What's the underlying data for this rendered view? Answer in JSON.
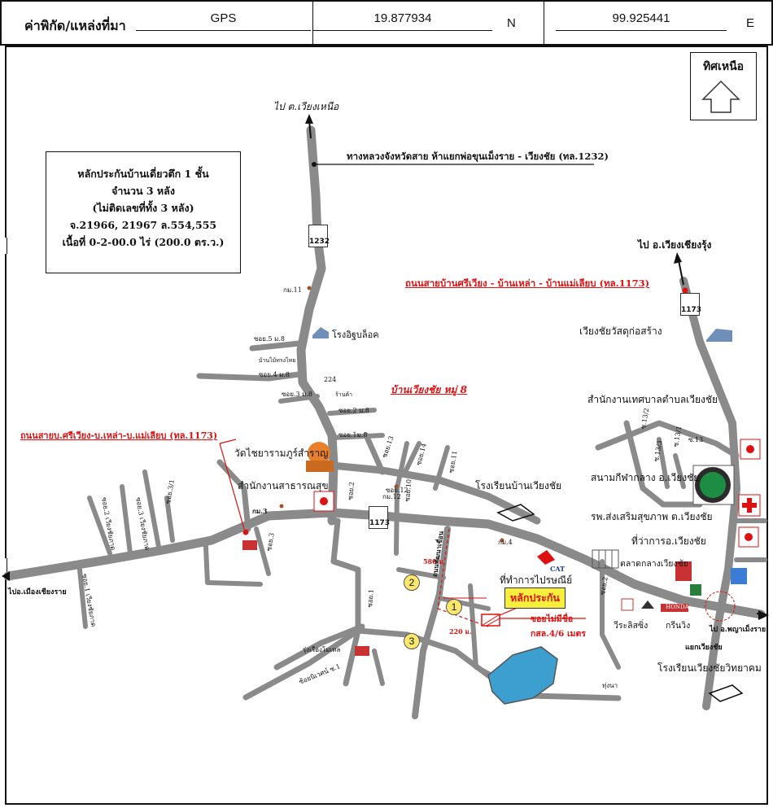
{
  "header": {
    "label": "ค่าพิกัด/แหล่งที่มา",
    "source": "GPS",
    "latitude": "19.877934",
    "lat_dir": "N",
    "longitude": "99.925441",
    "lon_dir": "E"
  },
  "info_box": {
    "line1": "หลักประกันบ้านเดี่ยวตึก 1 ชั้น",
    "line2": "จำนวน 3 หลัง",
    "line3": "(ไม่ติดเลขที่ทั้ง 3 หลัง)",
    "line4": "จ.21966, 21967    ล.554,555",
    "line5": "เนื้อที่ 0-2-00.0 ไร่  (200.0 ตร.ว.)"
  },
  "north": {
    "label": "ทิศเหนือ"
  },
  "labels": {
    "to_north_village": "ไป ต.เวียงเหนือ",
    "highway_1232": "ทางหลวงจังหวัดสาย ห้าแยกพ่อขุนเม็งราย - เวียงชัย (ทล.1232)",
    "to_wiang_chiang_rung": "ไป อ.เวียงเชียงรุ้ง",
    "road_1173_right": "ถนนสายบ้านศรีเวียง - บ้านเหล่า - บ้านแม่เลียบ (ทล.1173)",
    "road_1173_left": "ถนนสายบ.ศรีเวียง-บ.เหล่า-บ.แม่เลียบ (ทล.1173)",
    "km11": "กม.11",
    "block_factory": "โรงอิฐบล็อค",
    "soi5": "ซอย.5 ม.8",
    "thai_wood": "บ้านไม้ทรงไทย",
    "soi4": "ซอย.4 ม.8",
    "n224": "224",
    "soi3": "ซอย.3 ม.8",
    "shop": "ร้านค้า",
    "soi2": "ซอย.2 ม.8",
    "soi1": "ซอย.1ม.8",
    "village8": "บ้านเวียงชัย หมู่ 8",
    "material_shop": "เวียงชัยวัสดุก่อสร้าง",
    "municipal_office": "สำนักงานเทศบาลตำบลเวียงชัย",
    "stadium": "สนามกีฬากลาง อ.เวียงชัย",
    "health_hospital": "รพ.ส่งเสริมสุขภาพ ต.เวียงชัย",
    "district_office": "ที่ว่าการอ.เวียงชัย",
    "market": "ตลาดกลางเวียงชัย",
    "wat": "วัดไชยารามภูร์สำราญ",
    "health_office": "สำนักงานสาธารณสุข",
    "school_village": "โรงเรียนบ้านเวียงชัย",
    "km12": "กม.12",
    "km3": "กม.3",
    "km4": "กม.4",
    "to_mueang": "ไปอ.เมืองเชียงราย",
    "to_phaya": "ไป อ.พญาเม็งราย",
    "intersection": "แยกเวียงชัย",
    "school_wiang": "โรงเรียนเวียงชัยวิทยาคม",
    "post_office": "ที่ทำการไปรษณีย์",
    "collateral": "หลักประกัน",
    "soi_no_name": "ซอยไม่มีชื่อ",
    "width": "กสล.4/6 เมตร",
    "d580": "580 ม.",
    "d220": "220 ม.",
    "dev_road": "ถนนพัฒนาเขื่อน",
    "resort": "รุ่งเรืองโมเทล",
    "soi_nivet": "ซ้อยนิเวศน์ ซ.1",
    "soi_right": "ซอย.2",
    "soi_mid": "ซอย.1",
    "siri_soi": "ซอย.3",
    "weerasilp": "วีระลิสซิ่ง",
    "green_wing": "กรีนวิง",
    "honda": "HONDA",
    "kuna": "ทุ่งนา",
    "cat": "CAT",
    "s13": "ซ.13",
    "s13_1": "ซ.13/1",
    "s13_2": "ซ.13/2",
    "s13_3": "ซ.13/3",
    "soi12": "ซอย.12",
    "soi_left1": "ซอย.3/1",
    "soi_left2": "ซอย.3 เวียงชัยภาด",
    "soi_left3": "ซอย.2 เวียงชัยภาด",
    "soi_left4": "ซอย.1 เวียงชัยภาด",
    "soi_a": "ซอย.11",
    "soi_b": "ซอย.14",
    "soi_c": "ซอย.10",
    "soi_d": "ซอย.13",
    "soi_e": "ซอย.2"
  },
  "signs": {
    "s1232": "1232",
    "s1173a": "1173",
    "s1173b": "1173"
  },
  "markers": {
    "m1": "1",
    "m2": "2",
    "m3": "3"
  },
  "colors": {
    "road": "#8a8a8a",
    "red": "#d11111",
    "water": "#3d9fd0",
    "marker": "#fbe76a"
  }
}
